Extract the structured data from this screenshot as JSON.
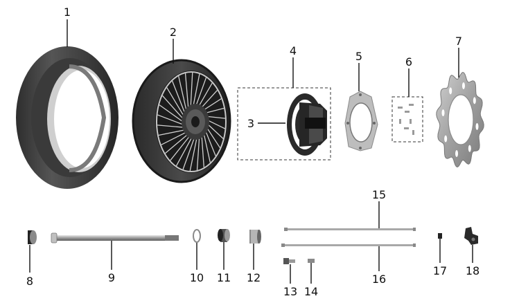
{
  "colors": {
    "tire_dark": "#3a3a3a",
    "tire_mid": "#555555",
    "tire_light": "#8a8a8a",
    "metal_light": "#d8d8d8",
    "metal_mid": "#a9a9a9",
    "metal_dark": "#6e6e6e",
    "black_part": "#222222",
    "leader": "#111111"
  },
  "callouts": {
    "c1": "1",
    "c2": "2",
    "c3": "3",
    "c4": "4",
    "c5": "5",
    "c6": "6",
    "c7": "7",
    "c8": "8",
    "c9": "9",
    "c10": "10",
    "c11": "11",
    "c12": "12",
    "c13": "13",
    "c14": "14",
    "c15": "15",
    "c16": "16",
    "c17": "17",
    "c18": "18"
  }
}
